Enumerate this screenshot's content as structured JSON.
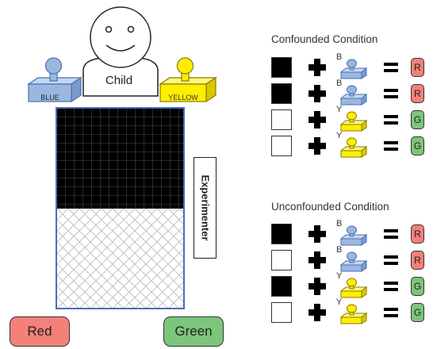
{
  "child_label": "Child",
  "blue_stamp_label": "BLUE",
  "yellow_stamp_label": "YELLOW",
  "experimenter_label": "Experimenter",
  "buttons": {
    "red": "Red",
    "green": "Green"
  },
  "colors": {
    "red": "#f4807a",
    "green": "#7dc57b",
    "blue": "#9ab8df",
    "yellow": "#ffee00",
    "table_border": "#4a6fb5"
  },
  "confounded": {
    "title": "Confounded Condition",
    "rows": [
      {
        "square": "black",
        "stamp": "blue",
        "letter": "B",
        "result": "R"
      },
      {
        "square": "black",
        "stamp": "blue",
        "letter": "B",
        "result": "R"
      },
      {
        "square": "white",
        "stamp": "yellow",
        "letter": "Y",
        "result": "G"
      },
      {
        "square": "white",
        "stamp": "yellow",
        "letter": "Y",
        "result": "G"
      }
    ]
  },
  "unconfounded": {
    "title": "Unconfounded Condition",
    "rows": [
      {
        "square": "black",
        "stamp": "blue",
        "letter": "B",
        "result": "R"
      },
      {
        "square": "white",
        "stamp": "blue",
        "letter": "B",
        "result": "R"
      },
      {
        "square": "black",
        "stamp": "yellow",
        "letter": "Y",
        "result": "G"
      },
      {
        "square": "white",
        "stamp": "yellow",
        "letter": "Y",
        "result": "G"
      }
    ]
  }
}
